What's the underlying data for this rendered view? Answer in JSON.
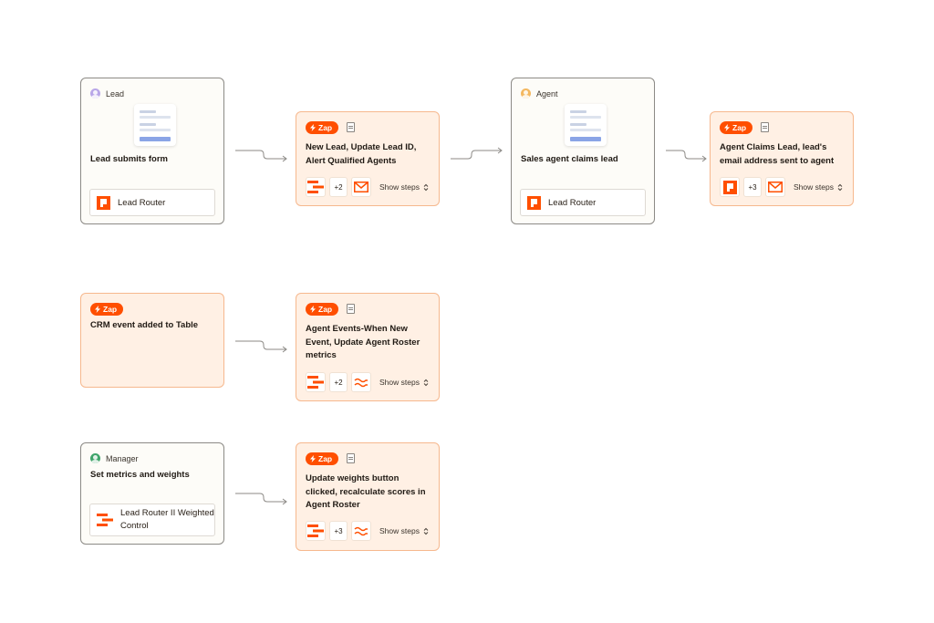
{
  "row1": {
    "lead_card": {
      "role_label": "Lead",
      "title": "Lead submits form",
      "app_label": "Lead Router"
    },
    "zap1": {
      "badge": "Zap",
      "title_lines": [
        "New Lead, Update Lead ID,",
        "Alert Qualified Agents"
      ],
      "extra_count": "+2",
      "show_steps": "Show steps"
    },
    "agent_card": {
      "role_label": "Agent",
      "title": "Sales agent claims lead",
      "app_label": "Lead Router"
    },
    "zap2": {
      "badge": "Zap",
      "title_lines": [
        "Agent Claims Lead, lead's",
        "email address sent to agent"
      ],
      "extra_count": "+3",
      "show_steps": "Show steps"
    }
  },
  "row2": {
    "crm_card": {
      "badge": "Zap",
      "title": "CRM event added to Table"
    },
    "zap3": {
      "badge": "Zap",
      "title_lines": [
        "Agent Events-When New",
        "Event, Update Agent Roster",
        "metrics"
      ],
      "extra_count": "+2",
      "show_steps": "Show steps"
    }
  },
  "row3": {
    "manager_card": {
      "role_label": "Manager",
      "title": "Set metrics and weights",
      "app_lines": [
        "Lead Router II Weighted",
        "Control"
      ]
    },
    "zap4": {
      "badge": "Zap",
      "title_lines": [
        "Update weights button",
        "clicked, recalculate scores in",
        "Agent Roster"
      ],
      "extra_count": "+3",
      "show_steps": "Show steps"
    }
  },
  "icons": {
    "avatar_lead": "#b9a7e8",
    "avatar_agent": "#f4b860",
    "avatar_manager": "#3fa46a",
    "brand_orange": "#ff4f00"
  }
}
